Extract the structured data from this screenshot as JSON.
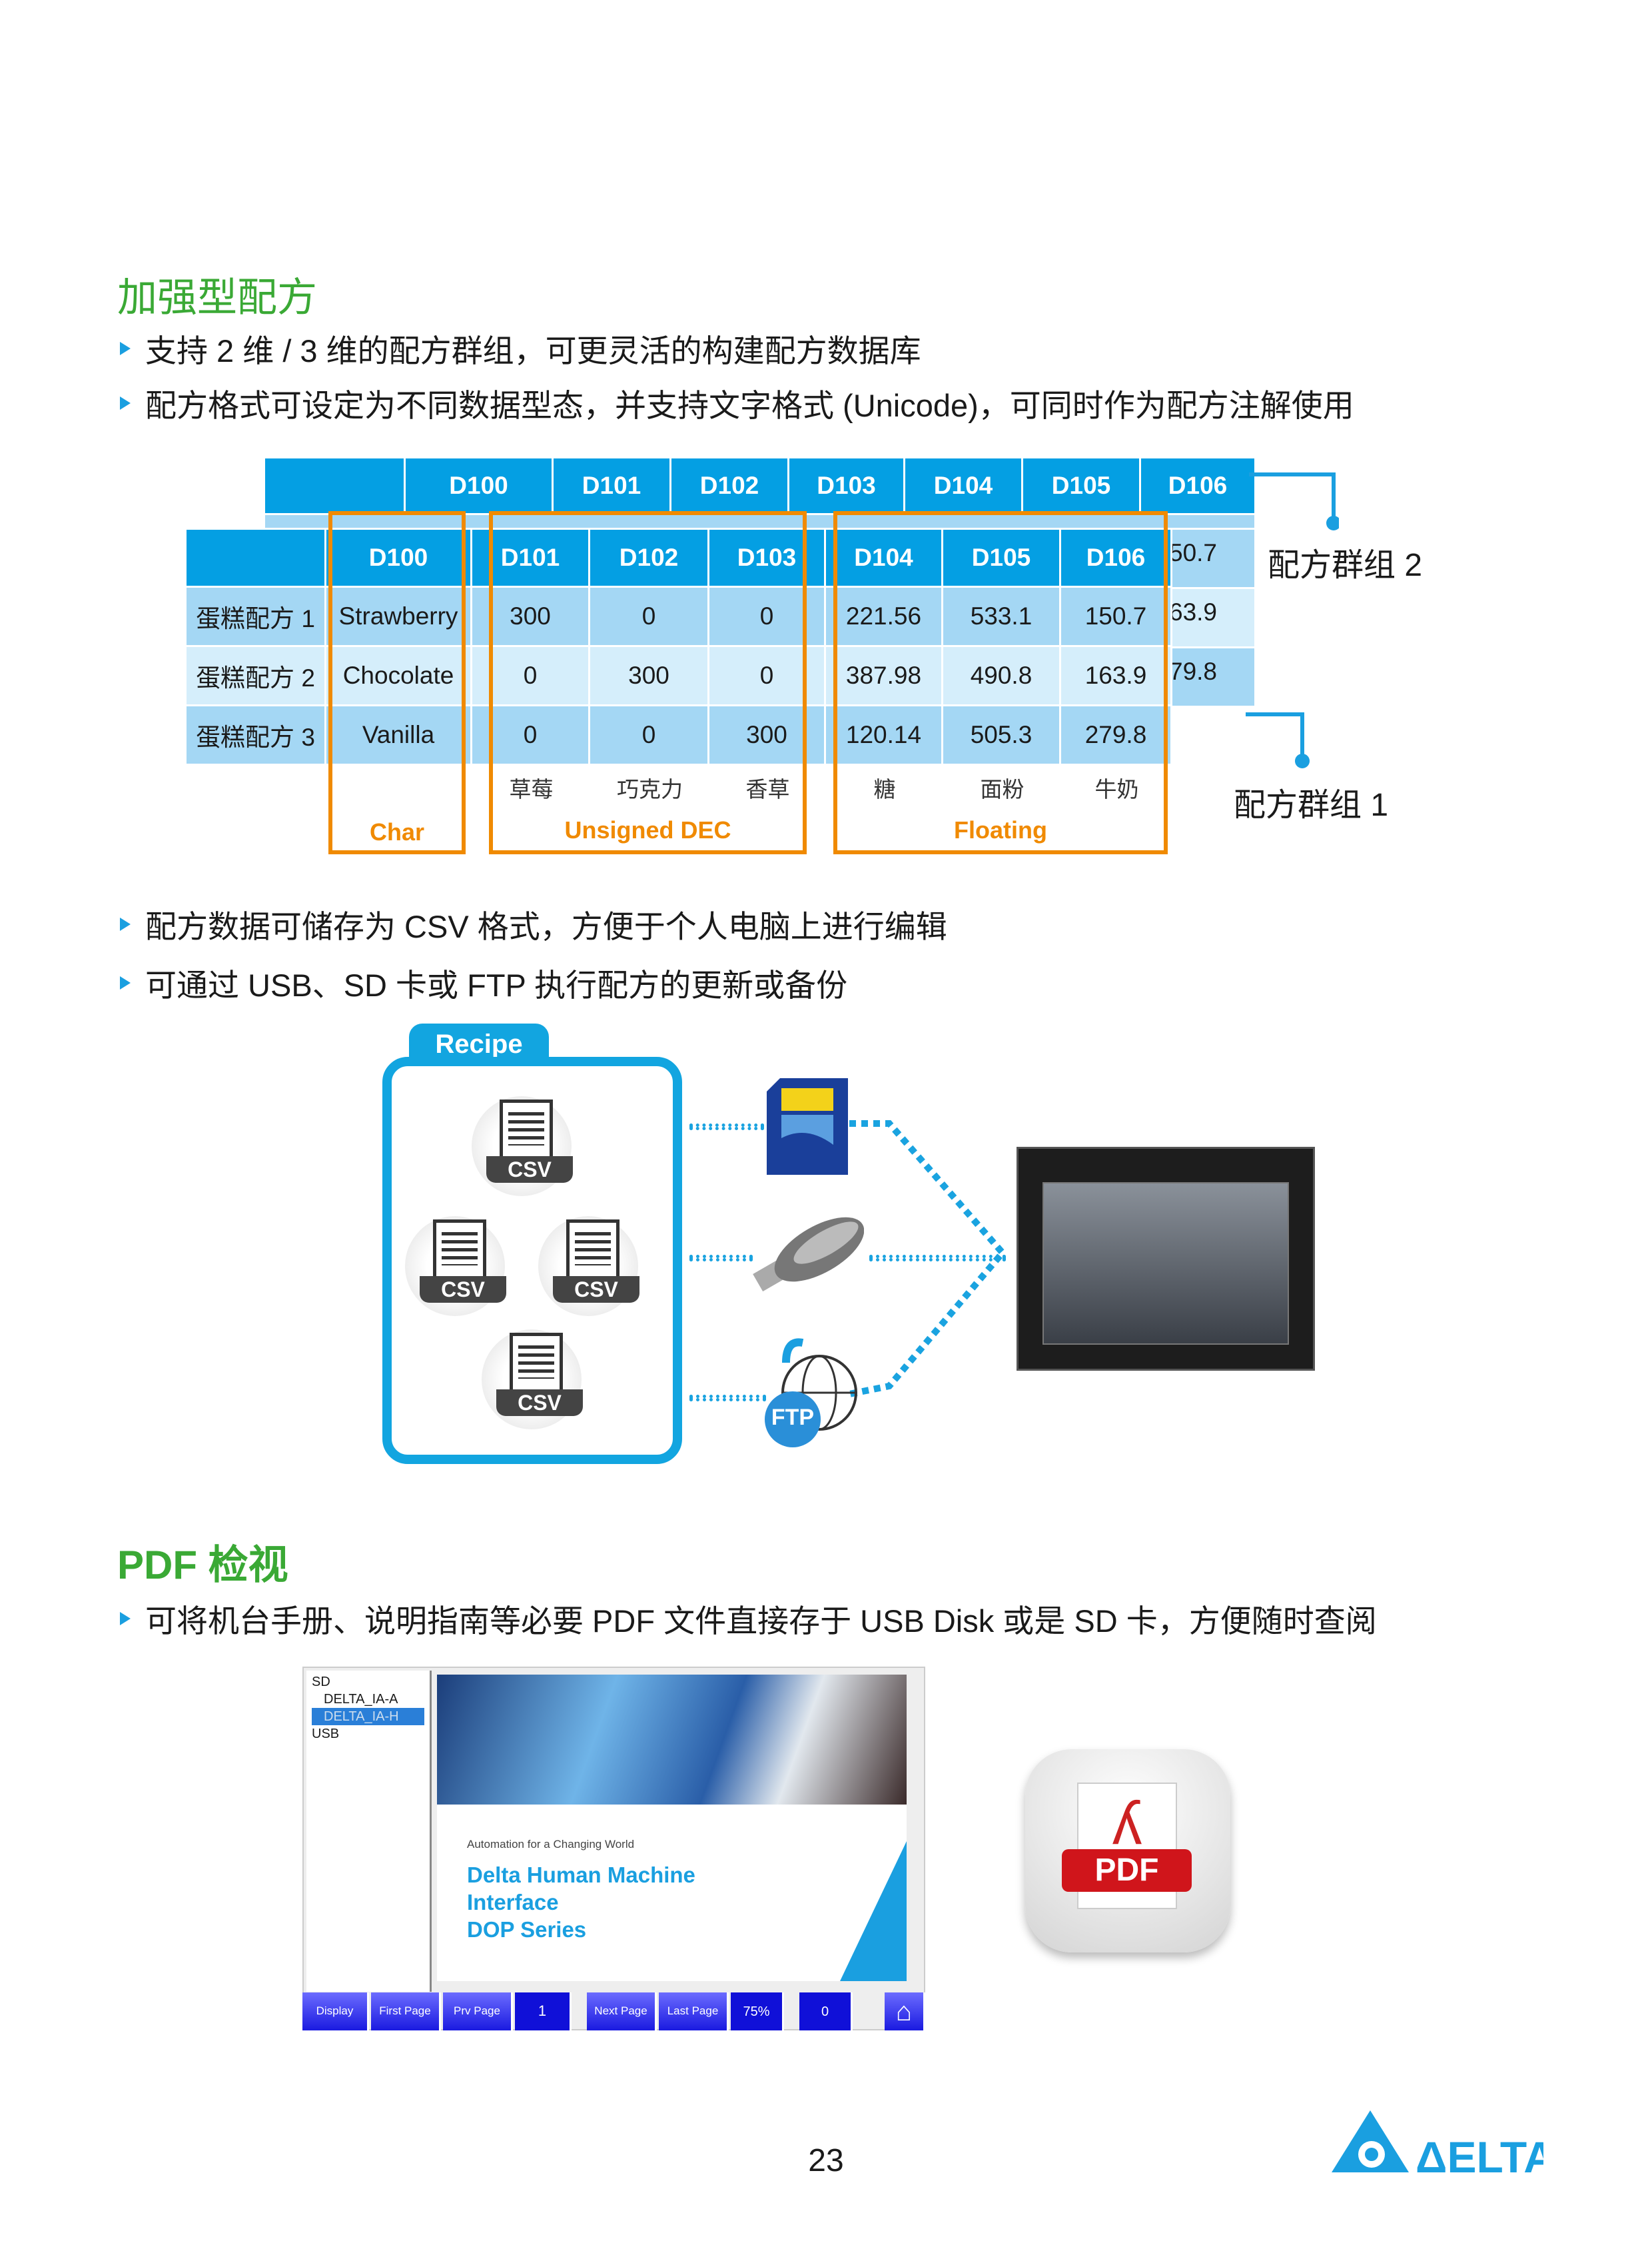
{
  "section1": {
    "title": "加强型配方",
    "bullets": [
      "支持 2 维 / 3 维的配方群组，可更灵活的构建配方数据库",
      "配方格式可设定为不同数据型态，并支持文字格式 (Unicode)，可同时作为配方注解使用"
    ]
  },
  "recipe_table": {
    "back_headers": [
      "D100",
      "D101",
      "D102",
      "D103",
      "D104",
      "D105",
      "D106"
    ],
    "back_peek_values": [
      "50.7",
      "63.9",
      "79.8"
    ],
    "headers": [
      "",
      "D100",
      "D101",
      "D102",
      "D103",
      "D104",
      "D105",
      "D106"
    ],
    "rows": [
      [
        "蛋糕配方 1",
        "Strawberry",
        "300",
        "0",
        "0",
        "221.56",
        "533.1",
        "150.7"
      ],
      [
        "蛋糕配方 2",
        "Chocolate",
        "0",
        "300",
        "0",
        "387.98",
        "490.8",
        "163.9"
      ],
      [
        "蛋糕配方 3",
        "Vanilla",
        "0",
        "0",
        "300",
        "120.14",
        "505.3",
        "279.8"
      ]
    ],
    "comments": [
      "草莓",
      "巧克力",
      "香草",
      "糖",
      "面粉",
      "牛奶"
    ],
    "type_labels": [
      "Char",
      "Unsigned DEC",
      "Floating"
    ],
    "group2_label": "配方群组 2",
    "group1_label": "配方群组 1"
  },
  "section1b": {
    "bullets": [
      "配方数据可储存为 CSV 格式，方便于个人电脑上进行编辑",
      "可通过 USB、SD 卡或 FTP 执行配方的更新或备份"
    ]
  },
  "recipe_diagram": {
    "tab_label": "Recipe",
    "file_label": "CSV",
    "ftp_label": "FTP"
  },
  "section2": {
    "title": "PDF 检视",
    "bullet": "可将机台手册、说明指南等必要 PDF 文件直接存于 USB Disk 或是 SD 卡，方便随时查阅"
  },
  "pdf_viewer": {
    "tree": [
      "SD",
      "DELTA_IA-A",
      "DELTA_IA-H",
      "USB"
    ],
    "doc_tagline": "Automation for a Changing World",
    "doc_title": [
      "Delta Human Machine",
      "Interface",
      "DOP Series"
    ],
    "toolbar": {
      "display": "Display",
      "first": "First Page",
      "prev": "Prv Page",
      "page": "1",
      "next": "Next Page",
      "last": "Last Page",
      "zoom": "75%",
      "rotation": "0"
    },
    "pdf_icon_label": "PDF"
  },
  "footer": {
    "page_number": "23",
    "logo": "DELTA"
  },
  "colors": {
    "accent": "#1a9fe0",
    "orange": "#f08a00",
    "green": "#3aa935"
  }
}
